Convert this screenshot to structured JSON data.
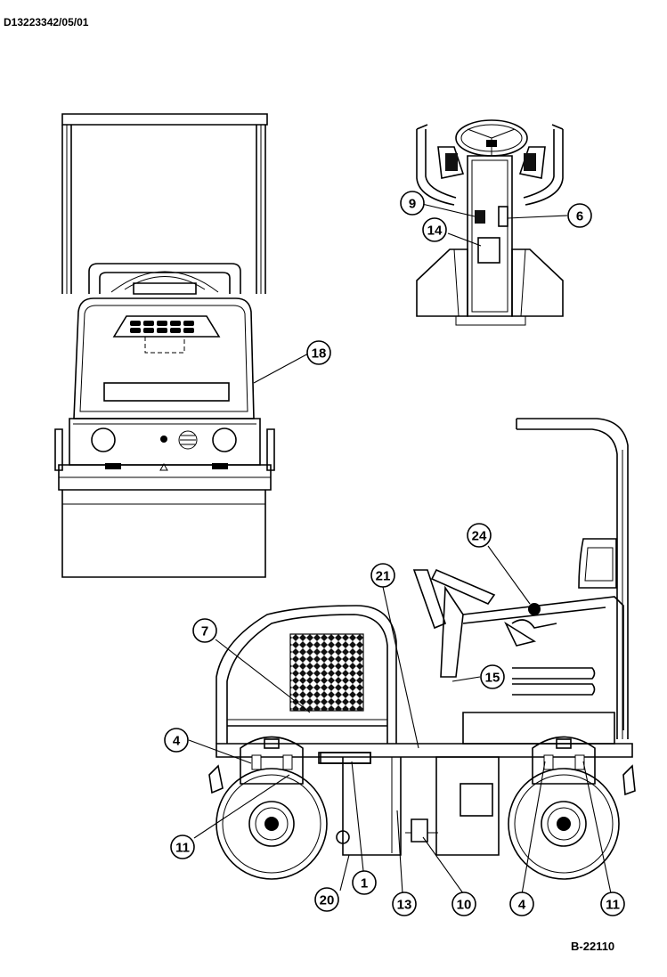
{
  "document": {
    "id_code": "D13223342/05/01",
    "figure_code": "B-22110"
  },
  "callouts": {
    "front_view": [
      "18"
    ],
    "top_view": [
      "9",
      "6",
      "14"
    ],
    "side_view": [
      "21",
      "24",
      "7",
      "15",
      "4",
      "11",
      "20",
      "1",
      "13",
      "10",
      "4",
      "11"
    ]
  }
}
